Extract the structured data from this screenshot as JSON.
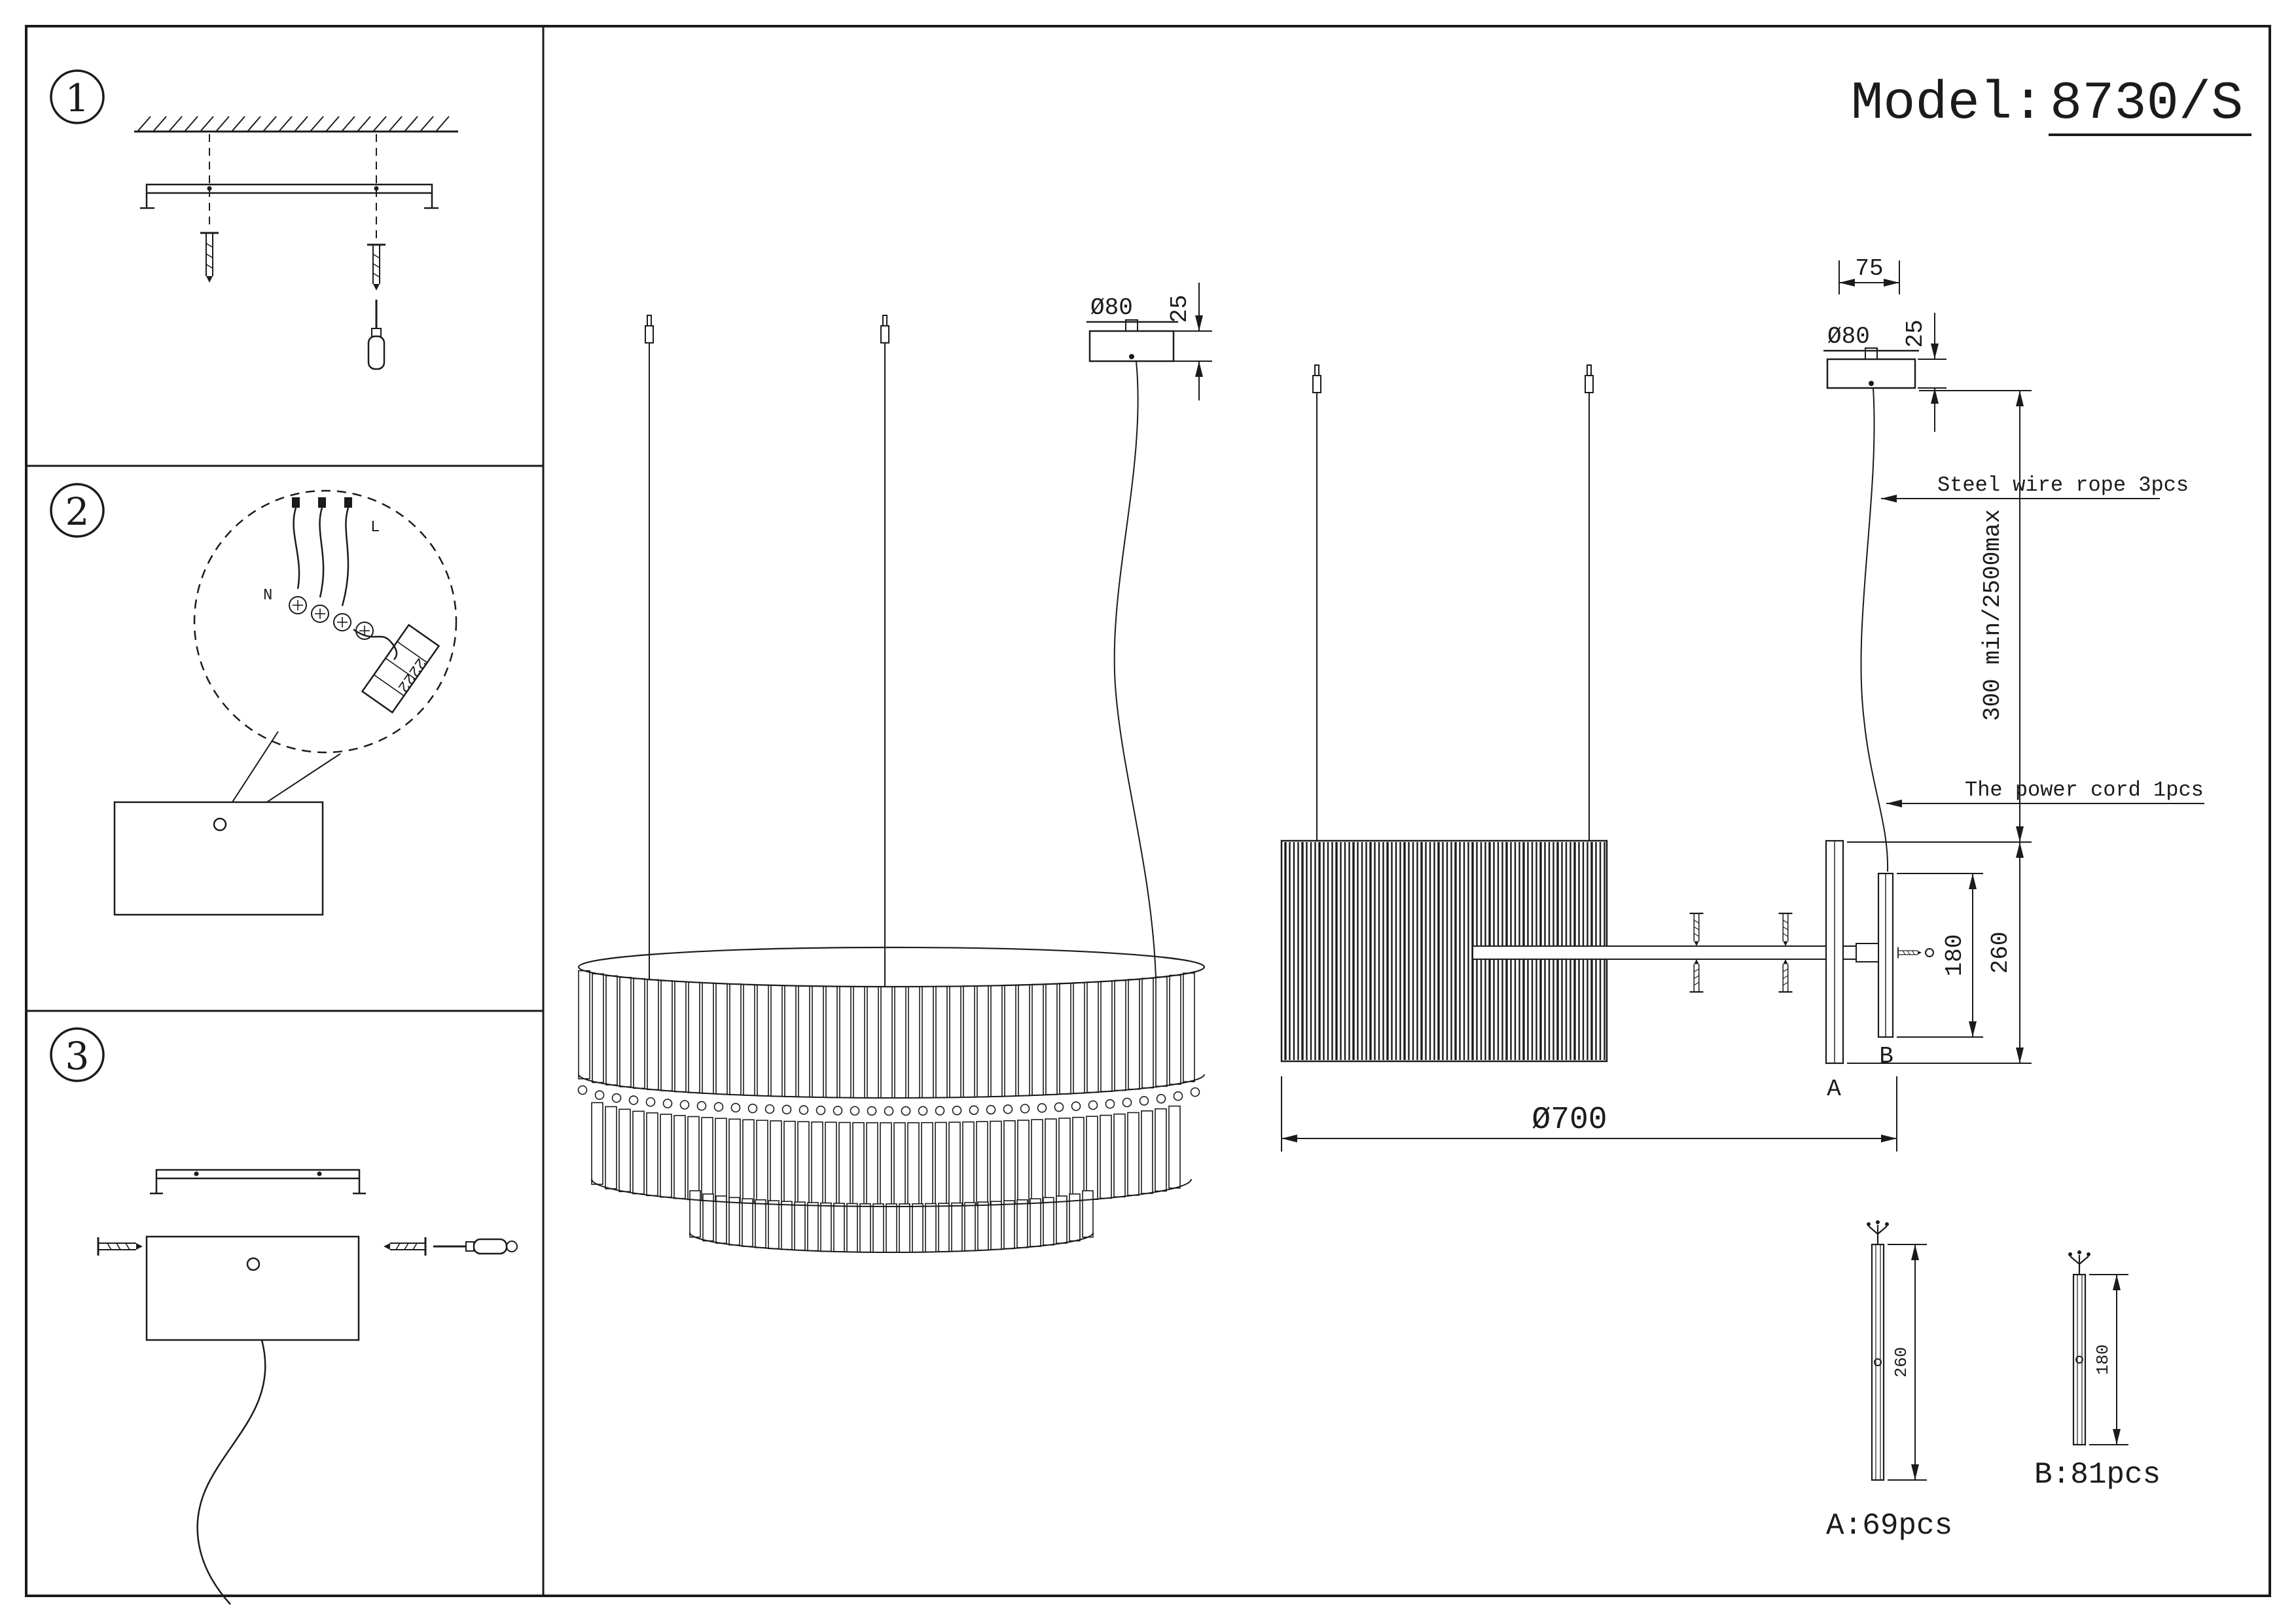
{
  "colors": {
    "ink": "#1b1b1b",
    "background": "#ffffff"
  },
  "title": {
    "label": "Model:",
    "number": "8730/S"
  },
  "panels": {
    "one": "1",
    "two": "2",
    "three": "3"
  },
  "wiring": {
    "n_label": "N",
    "l_label": "L",
    "connector_text": "2222"
  },
  "front_view": {
    "canopy_dia": "Ø80",
    "canopy_height": "25"
  },
  "side_view": {
    "top_width": "75",
    "canopy_dia": "Ø80",
    "canopy_height": "25",
    "drop_range": "300 min/2500max",
    "steel_wire_note": "Steel wire rope  3pcs",
    "power_cord_note": "The power cord  1pcs",
    "inner_height": "180",
    "outer_height": "260",
    "diameter": "Ø700",
    "marker_a": "A",
    "marker_b": "B"
  },
  "parts": {
    "a": {
      "label": "A:69pcs",
      "length": "260"
    },
    "b": {
      "label": "B:81pcs",
      "length": "180"
    }
  }
}
